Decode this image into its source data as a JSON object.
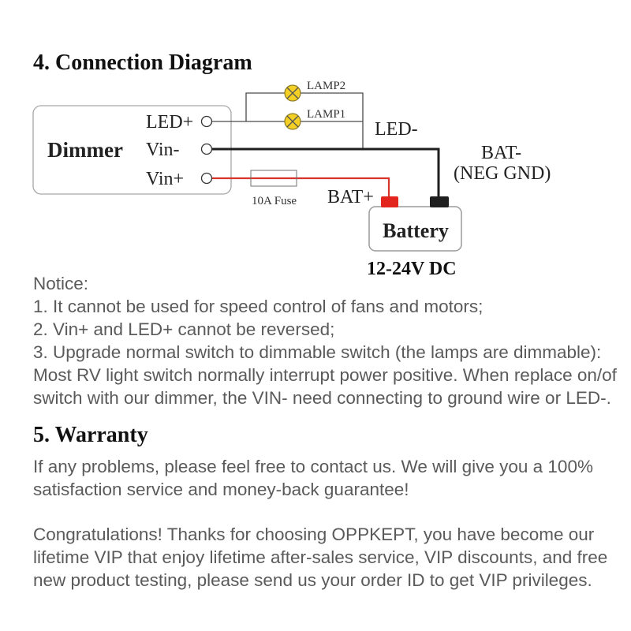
{
  "connection_diagram": {
    "heading": "4. Connection Diagram",
    "dimmer": {
      "label": "Dimmer",
      "terminals": [
        "LED+",
        "Vin-",
        "Vin+"
      ]
    },
    "lamps": [
      "LAMP2",
      "LAMP1"
    ],
    "led_minus_label": "LED-",
    "bat_minus_label": "BAT-",
    "neg_gnd_label": "(NEG GND)",
    "bat_plus_label": "BAT+",
    "fuse_label": "10A Fuse",
    "battery_label": "Battery",
    "voltage_label": "12-24V DC",
    "colors": {
      "positive_wire": "#d7352b",
      "negative_wire": "#1f1f1f",
      "signal_wire": "#4a4a4a",
      "lamp": "#f4cf24",
      "positive_terminal": "#e2261d",
      "negative_terminal": "#1f1f1f"
    }
  },
  "notice": {
    "title": "Notice:",
    "lines": [
      "1. It cannot be used for speed control of fans and motors;",
      "2. Vin+ and LED+ cannot be reversed;",
      "3. Upgrade normal switch to dimmable switch (the lamps are dimmable):",
      "Most RV light switch normally interrupt power positive. When replace on/of",
      "switch with our dimmer, the VIN- need connecting to ground wire or LED-."
    ]
  },
  "warranty": {
    "heading": "5. Warranty",
    "paragraphs": [
      [
        "If any problems, please feel free to contact us. We will give you a 100%",
        "satisfaction service and money-back guarantee!"
      ],
      [
        "Congratulations! Thanks for choosing OPPKEPT, you have become our",
        "lifetime VIP that enjoy lifetime after-sales service, VIP discounts, and free",
        "new product testing, please send us your order ID to get VIP privileges."
      ]
    ]
  }
}
